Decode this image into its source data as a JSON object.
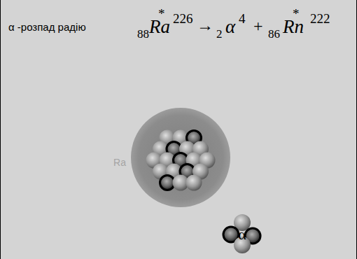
{
  "diagram": {
    "title": "α -розпад радію",
    "nodes": [
      {
        "text": [
          "Ra"
        ]
      },
      {
        "text": [
          "α"
        ]
      }
    ],
    "labels": [
      "88",
      "Ra",
      "*",
      "226",
      "→",
      "2",
      "α",
      "4",
      "+",
      "86",
      "Rn",
      "*",
      "222"
    ]
  }
}
